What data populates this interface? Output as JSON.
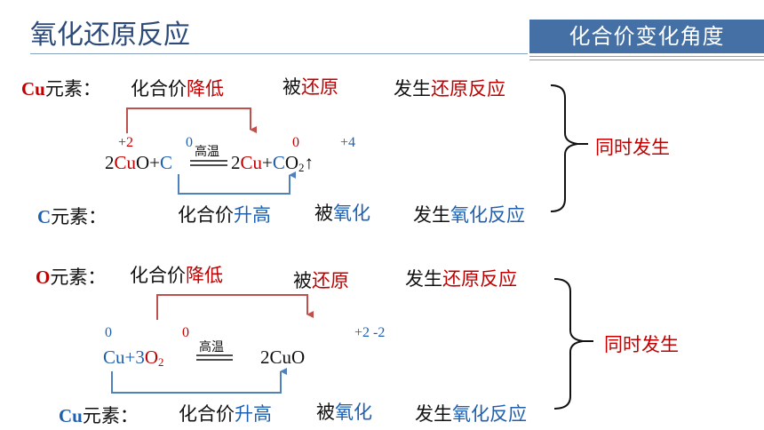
{
  "title": "氧化还原反应",
  "badge": "化合价变化角度",
  "colors": {
    "red": "#c00000",
    "blue": "#1f5fb0",
    "badge": "#4470a6",
    "title": "#2b4a7a"
  },
  "r1": {
    "cu_el": "Cu",
    "cu_suffix": "元素：",
    "cu_change": "化合价",
    "cu_change_key": "降低",
    "cu_bei": "被",
    "cu_bei_key": "还原",
    "cu_fs": "发生",
    "cu_fs_key": "还原反应",
    "ox_cu_reac": "+2",
    "ox_c_reac": "0",
    "ox_cu_prod": "0",
    "ox_c_prod": "+4",
    "cond": "高温",
    "eq_2cu": "2",
    "eq_cu": "Cu",
    "eq_o_plus": "O+",
    "eq_c": "C",
    "eq_2cu_prod": "2",
    "eq_cu_prod": "Cu",
    "eq_plus": "+",
    "eq_c_prod": "C",
    "eq_o2": "O",
    "eq_sub2": "2",
    "eq_up": "↑",
    "c_el": "C",
    "c_suffix": "元素：",
    "c_change": "化合价",
    "c_change_key": "升高",
    "c_bei": "被",
    "c_bei_key": "氧化",
    "c_fs": "发生",
    "c_fs_key": "氧化反应",
    "both": "同时发生"
  },
  "r2": {
    "o_el": "O",
    "o_suffix": "元素：",
    "o_change": "化合价",
    "o_change_key": "降低",
    "o_bei": "被",
    "o_bei_key": "还原",
    "o_fs": "发生",
    "o_fs_key": "还原反应",
    "ox_cu_reac": "0",
    "ox_o_reac": "0",
    "ox_prod": "+2 -2",
    "cond": "高温",
    "eq_cu": "Cu+3",
    "eq_o": "O",
    "eq_sub2": "2",
    "eq_prod": "2CuO",
    "cu_el": "Cu",
    "cu_suffix": "元素：",
    "cu_change": "化合价",
    "cu_change_key": "升高",
    "cu_bei": "被",
    "cu_bei_key": "氧化",
    "cu_fs": "发生",
    "cu_fs_key": "氧化反应",
    "both": "同时发生"
  }
}
